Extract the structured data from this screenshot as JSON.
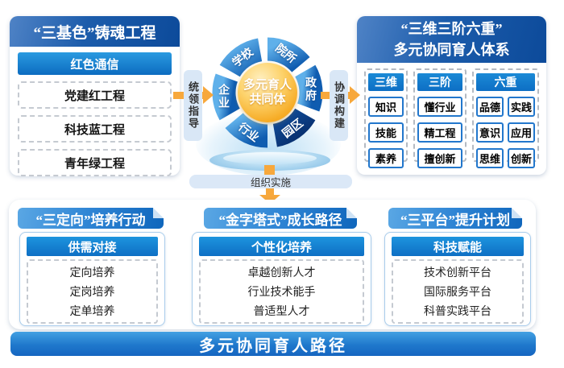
{
  "colors": {
    "deep_blue": "#0c4a9a",
    "primary_blue": "#0f7fd0",
    "accent_orange": "#f7a83c",
    "light_blue_fill": "#dbe8f7",
    "dark_segment_blue": "#0b3f8e",
    "core_gold": "#f6ab25"
  },
  "top_left": {
    "title": "“三基色”铸魂工程",
    "subheader": "红色通信",
    "items": [
      "党建红工程",
      "科技蓝工程",
      "青年绿工程"
    ]
  },
  "top_right": {
    "title_line1": "“三维三阶六重”",
    "title_line2": "多元协同育人体系",
    "col1": {
      "header": "三维",
      "items": [
        "知识",
        "技能",
        "素养"
      ]
    },
    "col2": {
      "header": "三阶",
      "items": [
        "懂行业",
        "精工程",
        "擅创新"
      ]
    },
    "col3": {
      "header": "六重",
      "items": [
        "品德",
        "实践",
        "意识",
        "应用",
        "思维",
        "创新"
      ]
    }
  },
  "center": {
    "core_line1": "多元育人",
    "core_line2": "共同体",
    "segments": [
      "学校",
      "院所",
      "政府",
      "园区",
      "行业",
      "企业"
    ],
    "left_connector": "统领指导",
    "right_connector": "协调构建",
    "bottom_connector": "组织实施"
  },
  "bottom_left": {
    "title": "“三定向”培养行动",
    "subheader": "供需对接",
    "items": [
      "定向培养",
      "定岗培养",
      "定单培养"
    ]
  },
  "bottom_middle": {
    "title": "“金字塔式”成长路径",
    "subheader": "个性化培养",
    "items": [
      "卓越创新人才",
      "行业技术能手",
      "普适型人才"
    ]
  },
  "bottom_right": {
    "title": "“三平台”提升计划",
    "subheader": "科技赋能",
    "items": [
      "技术创新平台",
      "国际服务平台",
      "科普实践平台"
    ]
  },
  "footer": {
    "label": "多元协同育人路径"
  }
}
